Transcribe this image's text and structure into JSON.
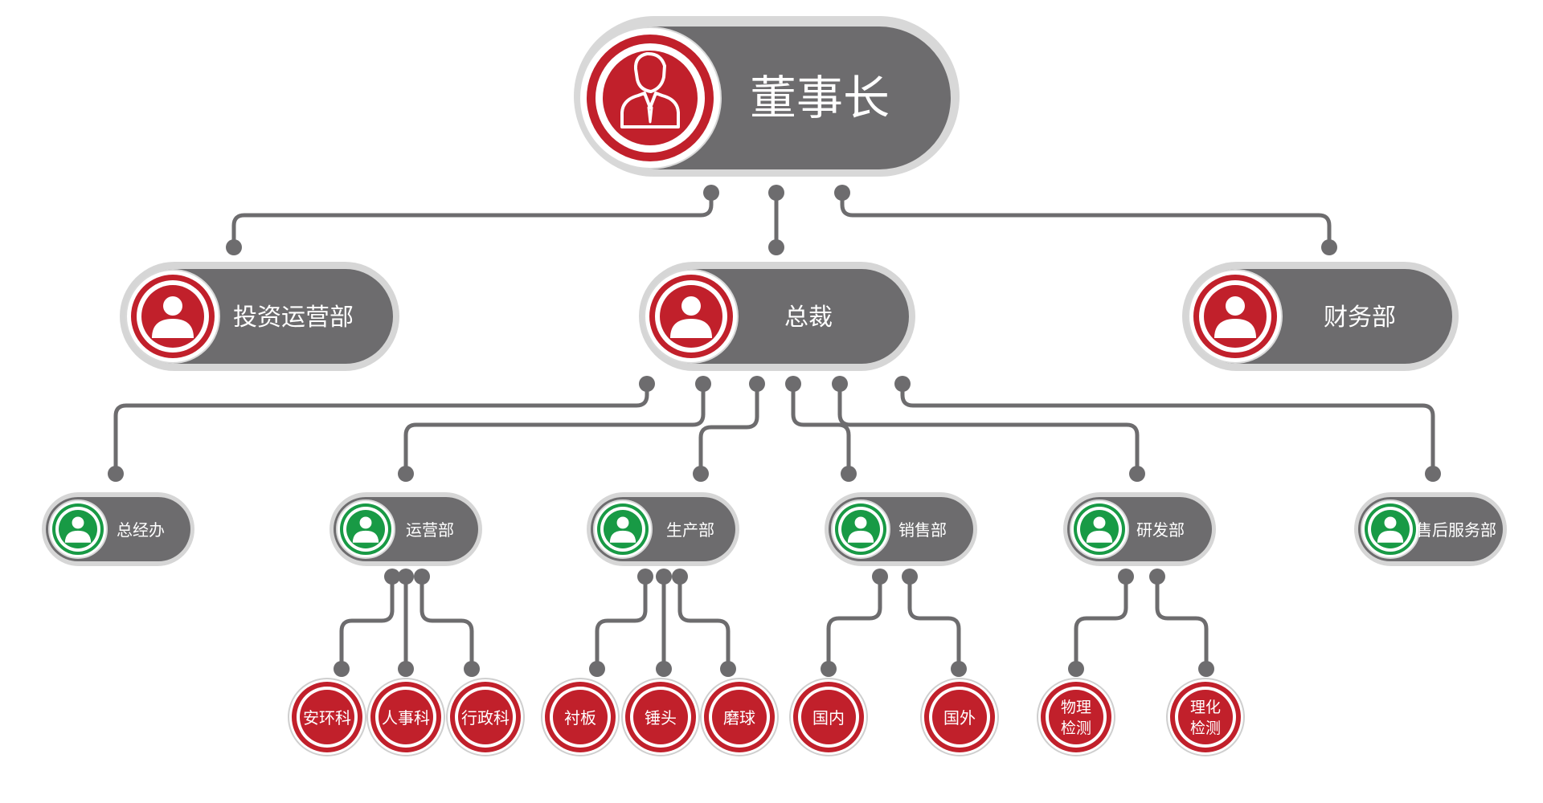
{
  "chart": {
    "root": {
      "label": "董事长"
    },
    "level1": [
      {
        "id": "invest",
        "label": "投资运营部"
      },
      {
        "id": "president",
        "label": "总裁"
      },
      {
        "id": "finance",
        "label": "财务部"
      }
    ],
    "level2": [
      {
        "id": "gm-office",
        "label": "总经办"
      },
      {
        "id": "operations",
        "label": "运营部"
      },
      {
        "id": "production",
        "label": "生产部"
      },
      {
        "id": "sales",
        "label": "销售部"
      },
      {
        "id": "rnd",
        "label": "研发部"
      },
      {
        "id": "after-sales",
        "label": "售后服务部"
      }
    ],
    "level3": [
      {
        "id": "safety-env",
        "label": "安环科",
        "parent": "operations"
      },
      {
        "id": "hr",
        "label": "人事科",
        "parent": "operations"
      },
      {
        "id": "admin",
        "label": "行政科",
        "parent": "operations"
      },
      {
        "id": "liner",
        "label": "衬板",
        "parent": "production"
      },
      {
        "id": "hammer",
        "label": "锤头",
        "parent": "production"
      },
      {
        "id": "grinding-ball",
        "label": "磨球",
        "parent": "production"
      },
      {
        "id": "domestic",
        "label": "国内",
        "parent": "sales"
      },
      {
        "id": "overseas",
        "label": "国外",
        "parent": "sales"
      },
      {
        "id": "physical-test",
        "label": "物理检测",
        "parent": "rnd"
      },
      {
        "id": "chemical-test",
        "label": "理化检测",
        "parent": "rnd"
      }
    ]
  },
  "colors": {
    "pill": "#6d6c6e",
    "pill_shadow": "#d6d6d6",
    "red": "#c1202b",
    "green": "#189a45",
    "connector": "#6d6c6e",
    "text": "#ffffff"
  },
  "icons": {
    "person": "person-icon",
    "person_suit": "person-suit-icon"
  }
}
